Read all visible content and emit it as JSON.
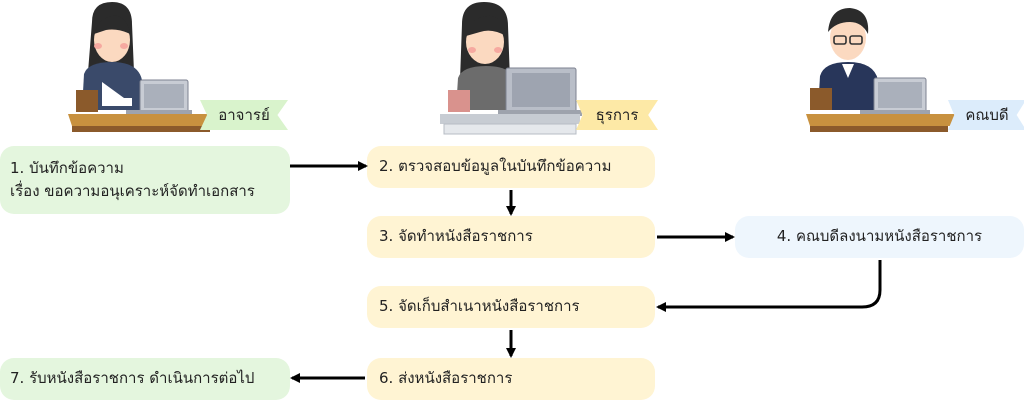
{
  "roles": {
    "teacher": "อาจารย์",
    "staff": "ธุรการ",
    "dean": "คณบดี"
  },
  "steps": [
    "1. บันทึกข้อความ\n    เรื่อง ขอความอนุเคราะห์จัดทำเอกสาร",
    "2. ตรวจสอบข้อมูลในบันทึกข้อความ",
    "3. จัดทำหนังสือราชการ",
    "4. คณบดีลงนามหนังสือราชการ",
    "5. จัดเก็บสำเนาหนังสือราชการ",
    "6. ส่งหนังสือราชการ",
    "7. รับหนังสือราชการ ดำเนินการต่อไป"
  ],
  "colors": {
    "teacher": "#d9f3cc",
    "staff": "#fde9a6",
    "dean": "#dcecfb",
    "arrow": "#000000"
  },
  "icons": [
    "teacher-at-laptop-icon",
    "staff-at-laptop-icon",
    "dean-at-laptop-icon"
  ]
}
